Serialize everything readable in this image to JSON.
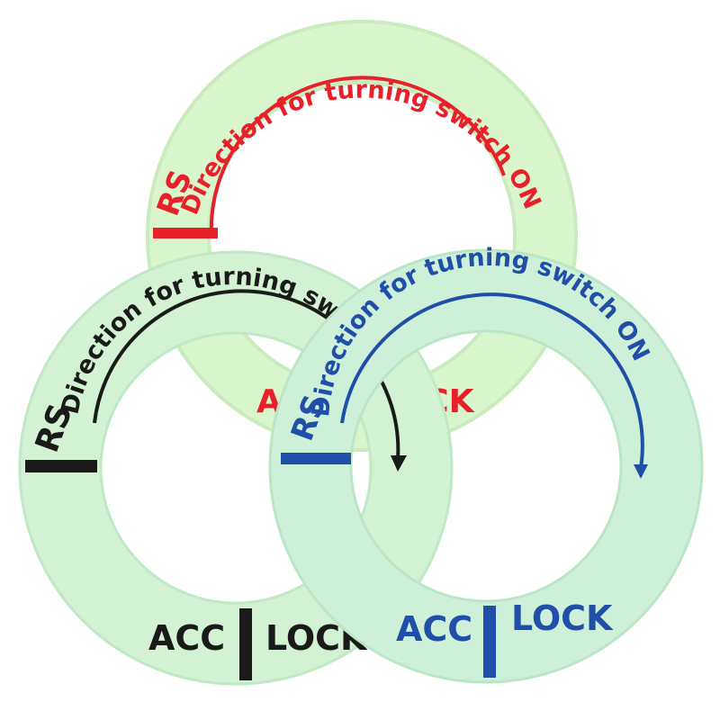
{
  "rings": [
    {
      "id": "red",
      "accent": "#e8202a",
      "fill": "#d8f5c8",
      "arc_text": "Direction for turning switch ON",
      "rs_label": "RS",
      "acc_label": "ACC",
      "lock_label": "LOCK"
    },
    {
      "id": "black",
      "accent": "#1a1a1a",
      "fill": "#d4f2d2",
      "arc_text": "Direction for turning switch ON",
      "rs_label": "RS",
      "acc_label": "ACC",
      "lock_label": "LOCK"
    },
    {
      "id": "blue",
      "accent": "#1f4fa8",
      "fill": "#cdf0d6",
      "arc_text": "Direction for turning switch ON",
      "rs_label": "RS",
      "acc_label": "ACC",
      "lock_label": "LOCK"
    }
  ]
}
